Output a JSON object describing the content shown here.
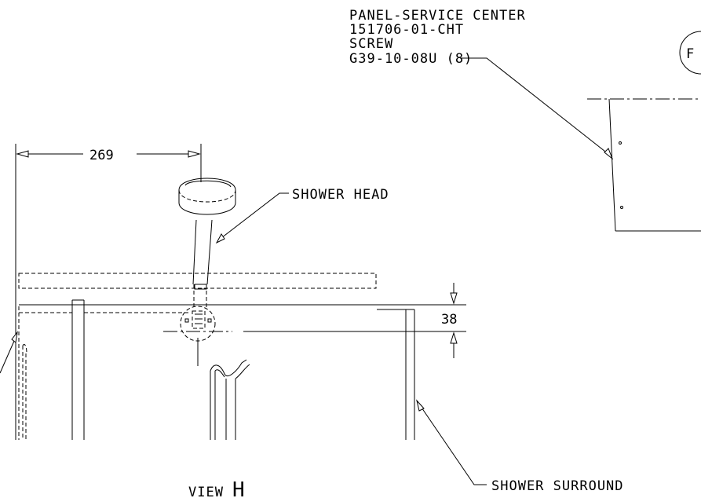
{
  "drawing": {
    "panel_note": {
      "line1": "PANEL-SERVICE CENTER",
      "line2": "151706-01-CHT",
      "line3": "SCREW",
      "line4": "G39-10-08U (8)"
    },
    "callout_letter": "F",
    "dimension_width": "269",
    "dimension_height": "38",
    "shower_head_label": "SHOWER HEAD",
    "shower_surround_label": "SHOWER SURROUND",
    "view_label": "VIEW",
    "view_letter": "H"
  }
}
